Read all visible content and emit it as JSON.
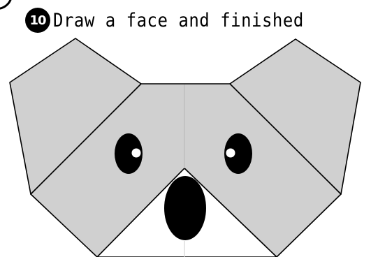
{
  "step": {
    "number": "10",
    "instruction": "Draw a face and finished"
  },
  "colors": {
    "paper": "#d0d0d0",
    "outline": "#000000",
    "crease": "#bfbfbf",
    "face_marks": "#000000",
    "eye_highlight": "#ffffff",
    "background": "#ffffff"
  },
  "figure": {
    "subject": "origami koala face",
    "parts": [
      "left-ear",
      "right-ear",
      "head",
      "nose",
      "left-eye",
      "right-eye"
    ]
  }
}
